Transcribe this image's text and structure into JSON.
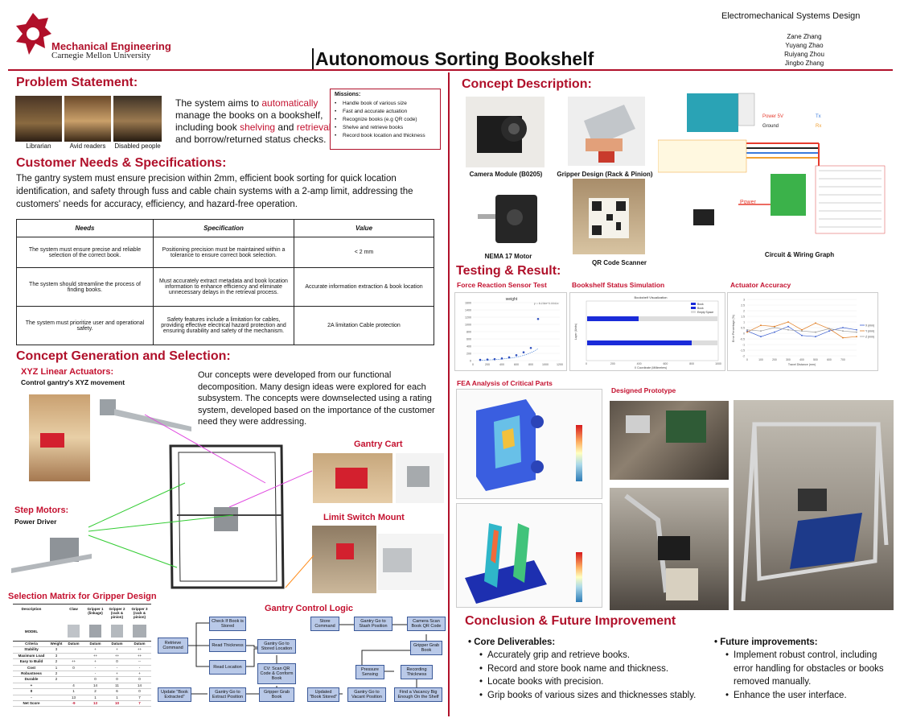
{
  "header": {
    "logo_line1": "Mechanical Engineering",
    "logo_line2": "Carnegie Mellon University",
    "title": "Autonomous Sorting Bookshelf",
    "course": "Electromechanical Systems Design",
    "authors": [
      "Zane Zhang",
      "Yuyang Zhao",
      "Ruiyang Zhou",
      "Jingbo Zhang"
    ]
  },
  "problem": {
    "heading": "Problem Statement:",
    "images": [
      "Librarian",
      "Avid readers",
      "Disabled people"
    ],
    "text_a": "The system aims to ",
    "text_b": "automatically",
    "text_c": " manage the books on a bookshelf, including book ",
    "text_d": "shelving",
    "text_e": " and ",
    "text_f": "retrieval",
    "text_g": " and borrow/returned status checks.",
    "missions_title": "Missions:",
    "missions": [
      "Handle book of various size",
      "Fast and accurate actuation",
      "Recognize books (e.g QR code)",
      "Shelve and retrieve books",
      "Record book location and thickness"
    ]
  },
  "needs": {
    "heading": "Customer Needs & Specifications:",
    "text": "The gantry system must ensure precision within 2mm, efficient book sorting for quick location identification, and safety through fuss and cable chain systems with a 2-amp limit, addressing the customers' needs for accuracy, efficiency, and hazard-free operation.",
    "columns": [
      "Needs",
      "Specification",
      "Value"
    ],
    "rows": [
      [
        "The system must ensure precise and reliable selection of the correct book.",
        "Positioning precision must be maintained within a tolerance to ensure correct book selection.",
        "< 2 mm"
      ],
      [
        "The system should streamline the process of finding books.",
        "Must accurately extract metadata and book location information to enhance efficiency and eliminate unnecessary delays in the retrieval process.",
        "Accurate information extraction & book location"
      ],
      [
        "The system must prioritize user and operational safety.",
        "Safety features include a limitation for cables, providing effective electrical hazard protection and ensuring durability and safety of the mechanism.",
        "2A limitation Cable protection"
      ]
    ]
  },
  "concept_gen": {
    "heading": "Concept Generation and Selection:",
    "xyz_title": "XYZ Linear Actuators:",
    "xyz_sub": "Control gantry's XYZ movement",
    "text": "Our concepts were developed from our functional decomposition. Many design ideas were explored for each subsystem. The concepts were downselected using a rating system, developed based on the importance of the customer need they were addressing.",
    "gantry_cart": "Gantry Cart",
    "limit_switch": "Limit Switch Mount",
    "step_motors": "Step Motors:",
    "power_driver": "Power Driver",
    "selection_title": "Selection Matrix for Gripper Design",
    "control_title": "Gantry Control Logic"
  },
  "matrix": {
    "head": [
      "Description",
      "Claw",
      "Gripper 1 (linkage)",
      "Gripper 2 (rack & pinion)",
      "Gripper 3 (rack & pinion)"
    ],
    "model": "MODEL",
    "crit_head": [
      "Criteria",
      "Weight",
      "Datum",
      "Datum",
      "Datum",
      "Datum"
    ],
    "rows": [
      [
        "Stability",
        "3",
        "",
        "+",
        "+",
        "++"
      ],
      [
        "Maximum Load",
        "3",
        "",
        "++",
        "++",
        "++"
      ],
      [
        "Easy to Build",
        "2",
        "++",
        "+",
        "0",
        "--"
      ],
      [
        "Cost",
        "1",
        "0",
        "-",
        "-",
        "-"
      ],
      [
        "Robustness",
        "2",
        "",
        "-",
        "+",
        "+"
      ],
      [
        "Durable",
        "2",
        "",
        "0",
        "0",
        "0"
      ],
      [
        "+",
        "",
        "4",
        "14",
        "11",
        "14"
      ],
      [
        "0",
        "",
        "1",
        "2",
        "6",
        "0"
      ],
      [
        "-",
        "",
        "13",
        "1",
        "1",
        "7"
      ]
    ],
    "net_label": "Net Score",
    "net": [
      "-9",
      "13",
      "10",
      "7"
    ]
  },
  "logic": {
    "retrieve": "Retrieve Command",
    "check": "Check If Book is Stored",
    "read_th": "Read Thickness",
    "read_loc": "Read Location",
    "go_stored": "Gantry Go to Stored Location",
    "cv": "CV: Scan QR Code & Conform Book",
    "grab1": "Gripper Grab Book",
    "go_extract": "Gantry Go to Extract Position",
    "update1": "Update \"Book Extracted\"",
    "store": "Store Command",
    "go_stash": "Gantry Go to Stash Position",
    "scan": "Camera Scan Book QR Code",
    "grab2": "Gripper Grab Book",
    "pressure": "Pressure Sensing",
    "record": "Recording Thickness",
    "find": "Find a Vacancy Big Enough On the Shelf",
    "go_vacant": "Gantry Go to Vacant Position",
    "update2": "Updated \"Book Stored\""
  },
  "concept_desc": {
    "heading": "Concept Description:",
    "camera": "Camera Module (B0205)",
    "gripper": "Gripper Design (Rack & Pinion)",
    "nema": "NEMA 17 Motor",
    "qr": "QR Code Scanner",
    "circuit": "Circuit & Wiring Graph",
    "legend": [
      "Power 5V",
      "Ground",
      "Tx",
      "Rx"
    ],
    "power": "Power"
  },
  "testing": {
    "heading": "Testing & Result:",
    "force": "Force Reaction Sensor Test",
    "status": "Bookshelf Status Simulation",
    "actuator": "Actuator Accuracy",
    "fea": "FEA Analysis of Critical Parts",
    "prototype": "Designed Prototype"
  },
  "chart_data": [
    {
      "type": "scatter",
      "title": "weight",
      "x": [
        100,
        200,
        300,
        400,
        500,
        600,
        700,
        800,
        900
      ],
      "values": [
        20,
        30,
        40,
        60,
        90,
        150,
        230,
        350,
        1150
      ],
      "xlim": [
        0,
        1200
      ],
      "ylim": [
        0,
        1600
      ],
      "fit": "y = 8.234e^0.0041x",
      "xticks": [
        "0",
        "200",
        "400",
        "600",
        "800",
        "1000",
        "1200"
      ],
      "yticks": [
        "0",
        "200",
        "400",
        "600",
        "800",
        "1000",
        "1200",
        "1400",
        "1600"
      ]
    },
    {
      "type": "bar",
      "title": "Bookshelf Visualization",
      "series": [
        {
          "name": "Book"
        },
        {
          "name": "Book"
        },
        {
          "name": "Empty Space"
        }
      ],
      "xlabel": "X Coordinate (Millimeters)",
      "ylabel": "Layer (Units)",
      "xticks": [
        "0",
        "200",
        "400",
        "600",
        "800",
        "1000"
      ]
    },
    {
      "type": "line",
      "series": [
        {
          "name": "X (mm)",
          "color": "#3b5ecf",
          "values": [
            0.2,
            -0.3,
            0.1,
            0.6,
            -0.2,
            -0.3,
            0.2,
            0.5,
            0.3
          ]
        },
        {
          "name": "Y (mm)",
          "color": "#e07b1f",
          "values": [
            0.1,
            0.7,
            0.6,
            1.0,
            0.3,
            0.9,
            0.4,
            -0.4,
            -0.3
          ]
        },
        {
          "name": "Z (mm)",
          "color": "#9d9d9d",
          "values": [
            0.3,
            0.2,
            0.5,
            0.3,
            0.2,
            0.1,
            0.4,
            0.2,
            0.1
          ]
        }
      ],
      "x": [
        0,
        100,
        200,
        300,
        400,
        500,
        600,
        700,
        800
      ],
      "xlabel": "Travel Distance (mm)",
      "ylabel": "Error Percentage (%)",
      "ylim": [
        -2,
        3
      ],
      "xticks": [
        "0",
        "100",
        "200",
        "300",
        "400",
        "500",
        "600",
        "700"
      ],
      "yticks": [
        "3",
        "2.5",
        "2",
        "1.5",
        "1",
        "0.5",
        "0",
        "-0.5",
        "-1",
        "-1.5",
        "-2"
      ]
    }
  ],
  "conclusion": {
    "heading": "Conclusion & Future Improvement",
    "core_title": "Core Deliverables:",
    "core": [
      "Accurately grip and retrieve books.",
      "Record and store book name and thickness.",
      "Locate books with precision.",
      "Grip books of various sizes and thicknesses stably."
    ],
    "future_title": "Future improvements:",
    "future": [
      "Implement robust control, including error handling for obstacles or books removed manually.",
      "Enhance the user interface."
    ]
  }
}
